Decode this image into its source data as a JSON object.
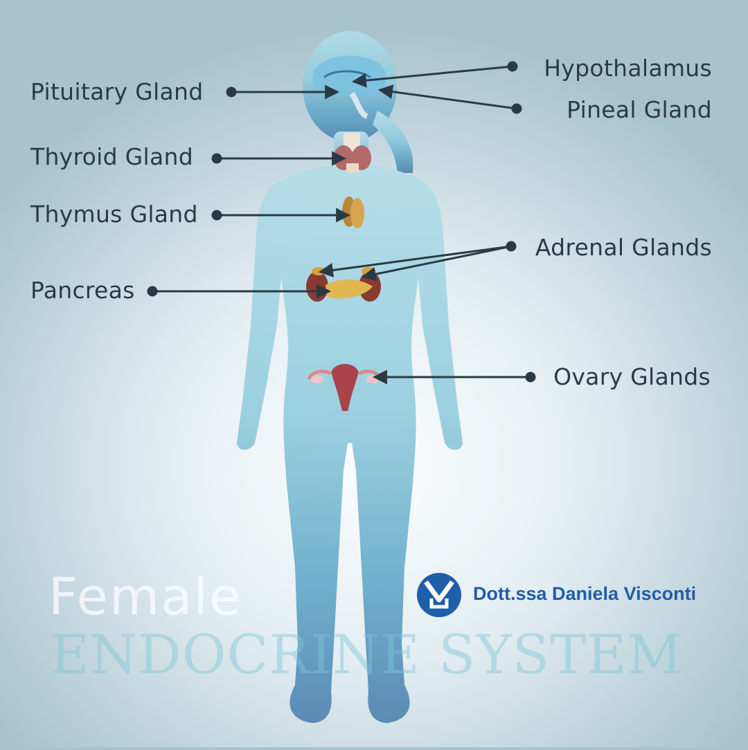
{
  "labels": {
    "pituitary": "Pituitary Gland",
    "hypothalamus": "Hypothalamus",
    "pineal": "Pineal Gland",
    "thyroid": "Thyroid Gland",
    "thymus": "Thymus Gland",
    "adrenal": "Adrenal Glands",
    "pancreas": "Pancreas",
    "ovary": "Ovary Glands"
  },
  "title": {
    "line1": "Female",
    "line2": "ENDOCRINE SYSTEM"
  },
  "brand": {
    "name": "Dott.ssa Daniela Visconti"
  },
  "colors": {
    "body_top": "#b3dde8",
    "body_bottom": "#4f86b0",
    "leader_line": "#2a3a44",
    "brand_blue": "#1f5ea8"
  }
}
